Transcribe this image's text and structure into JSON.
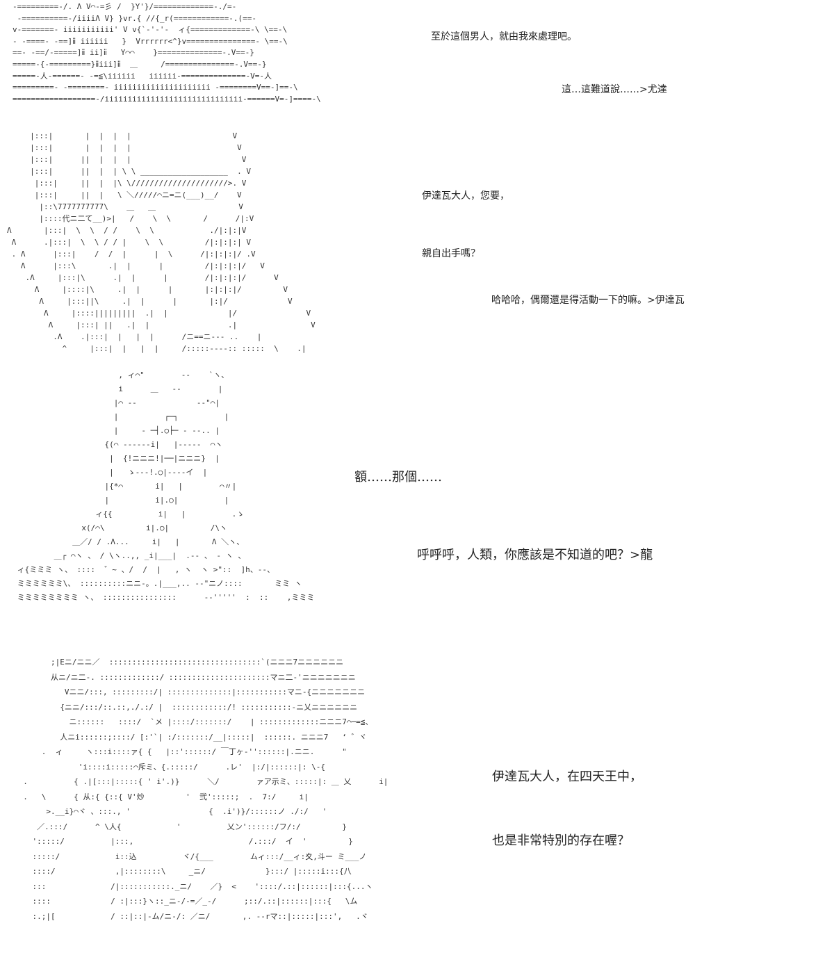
{
  "dialogue": [
    "至於這個男人，就由我來處理吧。",
    "這…這難道說……>尤達",
    "伊達瓦大人，您要，",
    "親自出手嗎？",
    "哈哈哈，偶爾還是得活動一下的嘛。>伊達瓦",
    "額……那個……",
    "呼呼呼，人類，你應該是不知道的吧？>龍",
    "伊達瓦大人，在四天王中，",
    "也是非常特別的存在喔？"
  ]
}
